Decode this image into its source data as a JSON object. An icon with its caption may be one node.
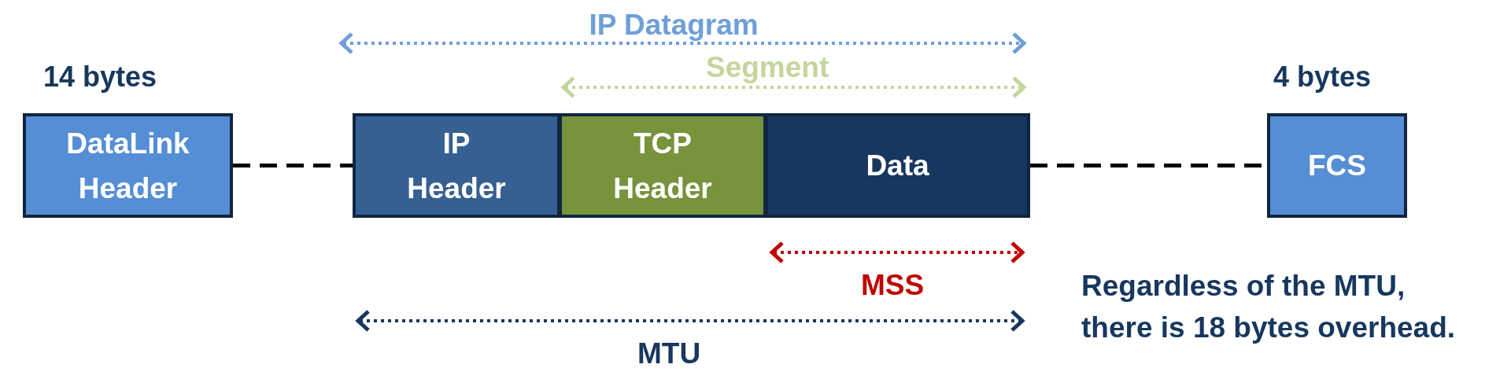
{
  "diagram": {
    "nodes": [
      {
        "text": [
          "DataLink Header"
        ],
        "beside": [
          "14 bytes"
        ]
      },
      {
        "text": [
          "IP Header"
        ]
      },
      {
        "text": [
          "TCP Header"
        ]
      },
      {
        "text": [
          "Data"
        ]
      },
      {
        "text": [
          "FCS"
        ],
        "beside": [
          "4 bytes"
        ]
      }
    ],
    "edges": [
      {
        "from": 0,
        "to": 1,
        "arrow": "none",
        "style": "dashed"
      },
      {
        "from": 3,
        "to": 4,
        "arrow": "none",
        "style": "dashed"
      }
    ],
    "labels": [
      "IP Datagram",
      "Segment",
      "MSS",
      "Regardless of the MTU, there is 18 bytes overhead.",
      "MTU"
    ]
  }
}
